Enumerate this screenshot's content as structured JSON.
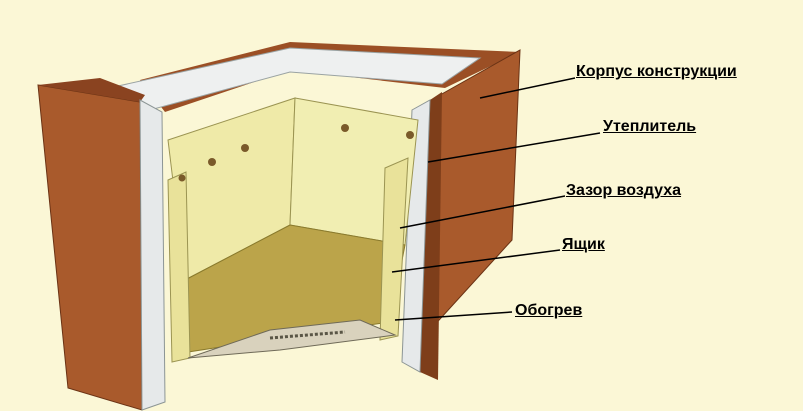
{
  "diagram": {
    "labels": {
      "body": "Корпус конструкции",
      "insulation": "Утеплитель",
      "air_gap": "Зазор воздуха",
      "box": "Ящик",
      "heating": "Обогрев"
    },
    "colors": {
      "background": "#fbf7d6",
      "wood": "#a95a2c",
      "wood_dark": "#7e3e1a",
      "insulation": "#e9ecec",
      "box_wall": "#efeaa8",
      "box_floor": "#bba44a",
      "text": "#000000"
    }
  }
}
